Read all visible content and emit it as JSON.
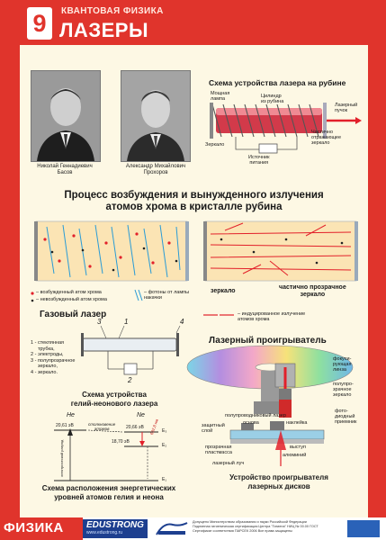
{
  "header": {
    "number": "9",
    "subtitle": "КВАНТОВАЯ ФИЗИКА",
    "title": "ЛАЗЕРЫ"
  },
  "scientists": [
    {
      "name_line1": "Николай Геннадиевич",
      "name_line2": "Басов"
    },
    {
      "name_line1": "Александр Михайлович",
      "name_line2": "Прохоров"
    }
  ],
  "ruby": {
    "title": "Схема устройства  лазера на рубине",
    "lamp_line1": "Мощная",
    "lamp_line2": "лампа",
    "cyl_line1": "Цилиндр",
    "cyl_line2": "из рубина",
    "beam_line1": "Лазерный",
    "beam_line2": "пучок",
    "mirror": "Зеркало",
    "power_line1": "Источник",
    "power_line2": "питания",
    "partial_line1": "Частично",
    "partial_line2": "отражающее",
    "partial_line3": "зеркало"
  },
  "process": {
    "title_line1": "Процесс возбуждения и вынужденного излучения",
    "title_line2": "атомов  хрома в кристалле рубина",
    "legend_excited": "– возбужденный атом хрома",
    "legend_ground": "– невозбужденный атом хрома",
    "legend_photons_line1": "– фотоны от лампы",
    "legend_photons_line2": "накачки",
    "mirror": "зеркало",
    "partial_line1": "частично прозрачное",
    "partial_line2": "зеркало",
    "legend_induced_line1": "– индуцированное излучение",
    "legend_induced_line2": "атомов хрома"
  },
  "gas": {
    "title": "Газовый  лазер",
    "n1": "1",
    "n2": "2",
    "n3": "3",
    "n4": "4",
    "leg1": "1 - стеклянная",
    "leg1b": "трубка,",
    "leg2": "2 - электроды,",
    "leg3": "3 - полупрозрачное",
    "leg3b": "зеркало,",
    "leg4": "4 - зеркало.",
    "caption_line1": "Схема устройства",
    "caption_line2": "гелий-неонового лазера"
  },
  "energy": {
    "he": "He",
    "ne": "Ne",
    "e1": "20,61 эВ",
    "e2": "20,66 эВ",
    "e3": "18,70 эВ",
    "collision_line1": "столкновение",
    "collision_line2": "атомов",
    "wavelength": "632,8 нм",
    "level_e3": "E₃",
    "level_e2": "E₂",
    "level_e1": "E₁",
    "pump": "электрический разряд",
    "caption_line1": "Схема расположения энергетических",
    "caption_line2": "уровней атомов гелия и неона"
  },
  "player": {
    "title": "Лазерный проигрыватель",
    "focus_line1": "фокуси-",
    "focus_line2": "рующая",
    "focus_line3": "линза",
    "semi_line1": "полупро-",
    "semi_line2": "зрачное",
    "semi_line3": "зеркало",
    "laser": "полупроводниковый лазер",
    "protect_line1": "защитный",
    "protect_line2": "слой",
    "base": "основа",
    "sticker": "наклейка",
    "plate_line1": "прозрачная",
    "plate_line2": "пластмасса",
    "beam": "лазерный луч",
    "bump": "выступ",
    "aluminum": "алюминий",
    "photo_line1": "фото-",
    "photo_line2": "диодный",
    "photo_line3": "приемник",
    "caption_line1": "Устройство проигрывателя",
    "caption_line2": "лазерных дисков"
  },
  "footer": {
    "subject": "ФИЗИКА",
    "publisher": "EDUSTRONG",
    "url": "www.edustrong.ru",
    "note_line1": "Допущено Министерством образования и науки Российской Федерации",
    "note_line2": "Подлинная гигиеническая сертификация Центра \"Гигиена\" НИЦ № 00.00 ГОСТ",
    "note_line3": "Сертификат соответствия ПАРСЕК  2006 Все права защищены"
  },
  "colors": {
    "brand_red": "#e0342c",
    "cream": "#fdf8e4",
    "ruby": "#d23a4a",
    "laser_red": "#e2202a",
    "edu_blue": "#1d3f8f"
  }
}
